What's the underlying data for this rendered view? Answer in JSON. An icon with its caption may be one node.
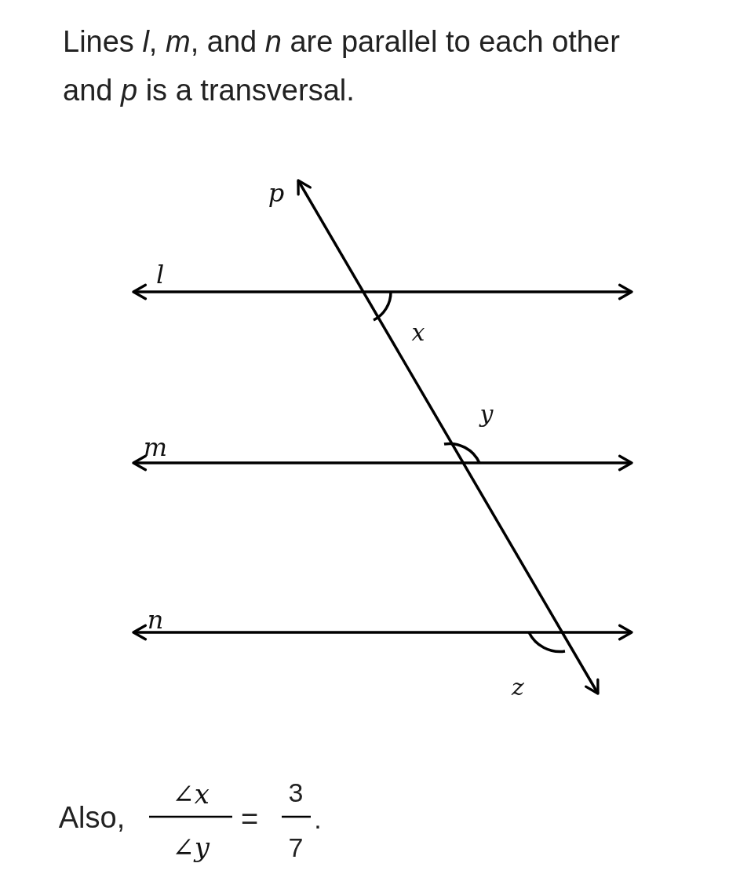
{
  "diagram": {
    "title": "Lines *l*, *m*, and *n* are parallel to each other and *p* is a transversal.",
    "labels": [
      "*p*",
      "*l*",
      "*x*",
      "*y*",
      "*m*",
      "*n*",
      "*z*",
      "Also,",
      "∠*x*",
      "∠*y*",
      "=",
      "3",
      "7",
      "."
    ]
  }
}
